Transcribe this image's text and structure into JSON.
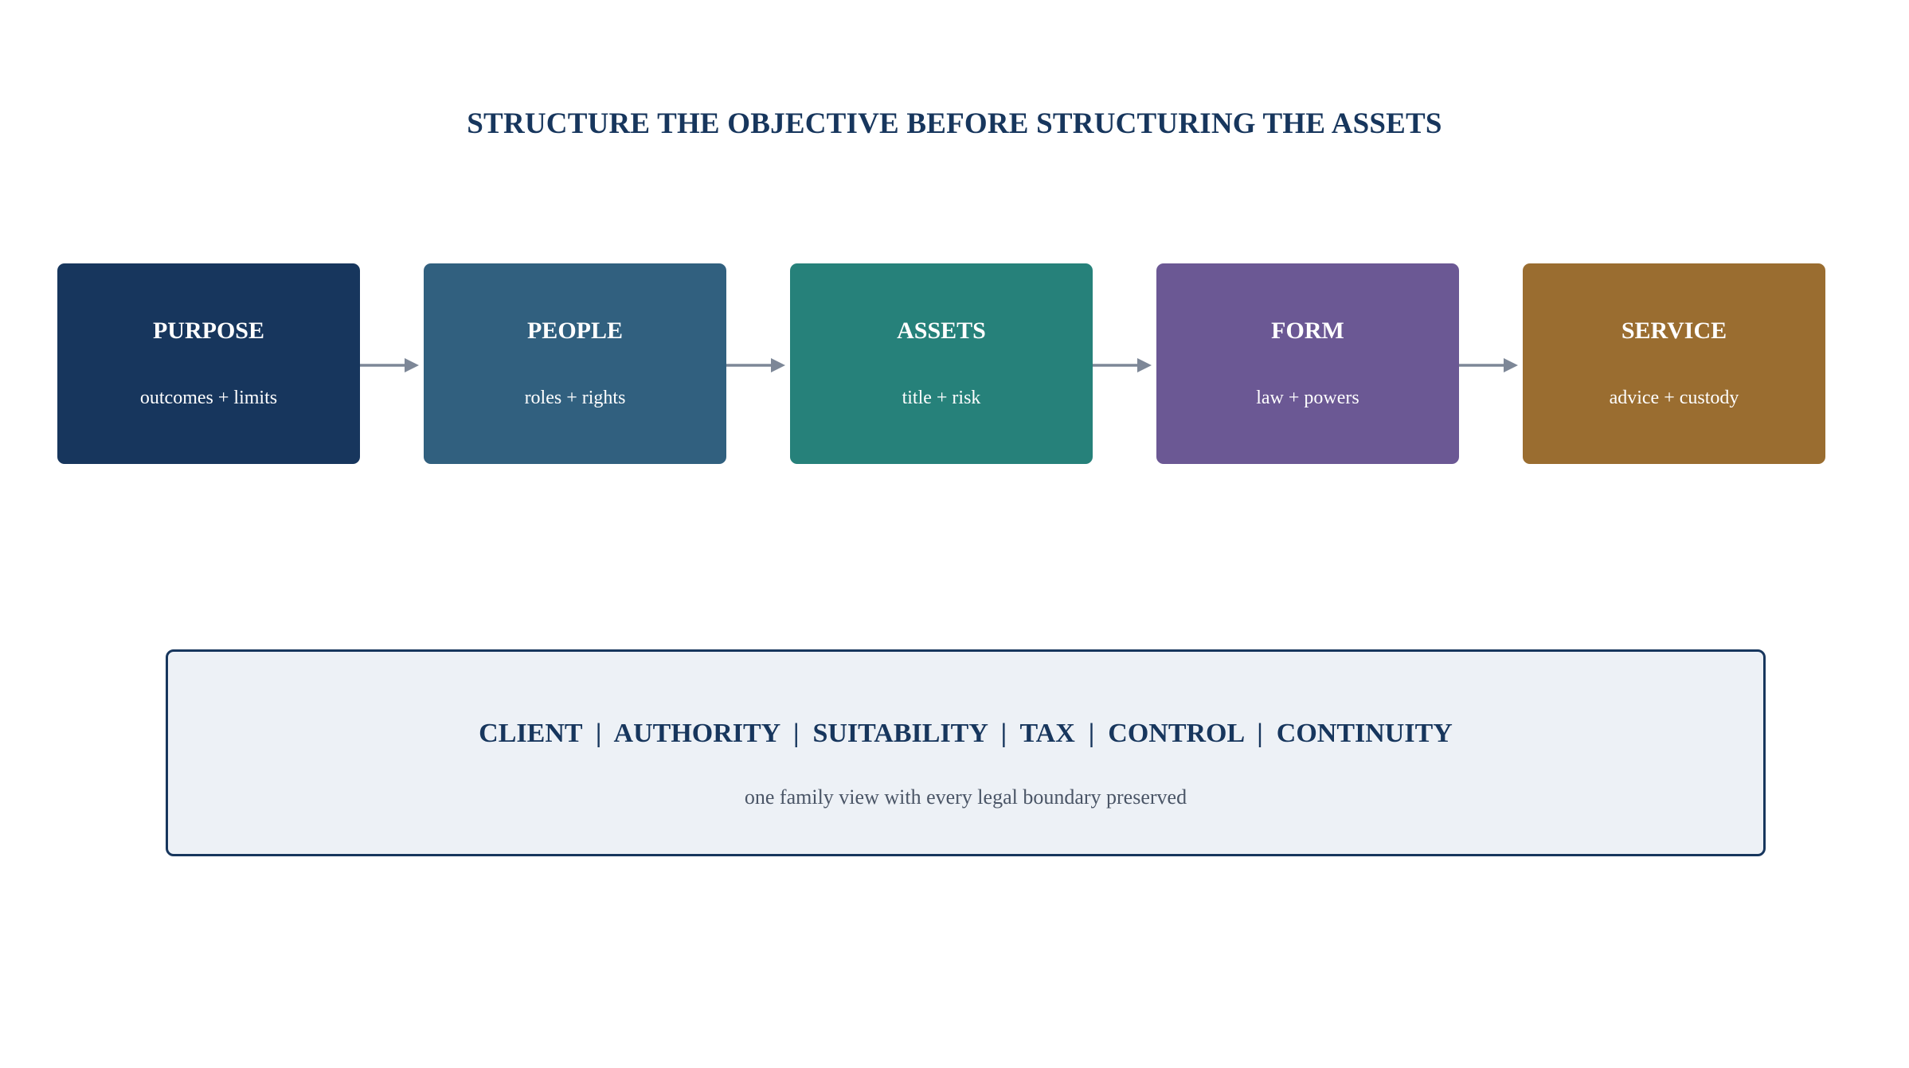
{
  "title": "STRUCTURE THE OBJECTIVE BEFORE STRUCTURING THE ASSETS",
  "steps": [
    {
      "title": "PURPOSE",
      "subtitle": "outcomes + limits",
      "color": "#17365d"
    },
    {
      "title": "PEOPLE",
      "subtitle": "roles + rights",
      "color": "#31607f"
    },
    {
      "title": "ASSETS",
      "subtitle": "title + risk",
      "color": "#26817a"
    },
    {
      "title": "FORM",
      "subtitle": "law + powers",
      "color": "#6b5894"
    },
    {
      "title": "SERVICE",
      "subtitle": "advice + custody",
      "color": "#9a6d30"
    }
  ],
  "arrow_color": "#7d8797",
  "summary": {
    "title": "CLIENT  |  AUTHORITY  |  SUITABILITY  |  TAX  |  CONTROL  |  CONTINUITY",
    "subtitle": "one family view with every legal boundary preserved"
  }
}
